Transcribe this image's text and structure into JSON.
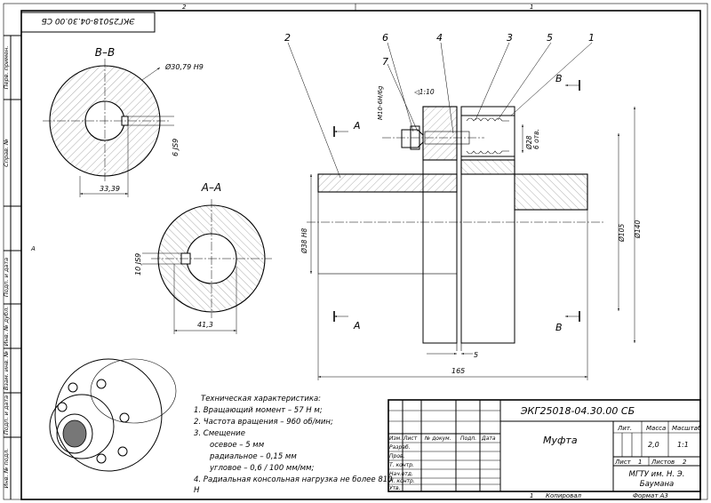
{
  "top_stamp": "ЭКГ25018-04.30.00 СБ",
  "zone_marks": {
    "top_left": "2",
    "top_right": "1",
    "bottom": "1",
    "side": "A"
  },
  "side_columns": [
    "Перв. примен.",
    "Справ. №",
    "Подп. и дата",
    "Инв. № дубл.",
    "Взам. инв. №",
    "Подп. и дата",
    "Инв. № подл."
  ],
  "section_bb": {
    "title": "B–B",
    "bore": "Ø30,79 H9",
    "key": "6 JS9",
    "depth": "33,39"
  },
  "section_aa": {
    "title": "A–A",
    "key": "10 JS9",
    "depth": "41,3"
  },
  "positions": [
    "2",
    "6",
    "7",
    "4",
    "3",
    "5",
    "1"
  ],
  "main_view": {
    "thread": "M10-6H/6g",
    "taper": "◁1:10",
    "cut_a": "A",
    "cut_b": "B",
    "dims": {
      "bore": "Ø38 H8",
      "pin": "Ø28",
      "holes": "6 отв.",
      "d105": "Ø105",
      "d140": "Ø140",
      "gap": "5",
      "length": "165"
    }
  },
  "specs": {
    "title": "Техническая характеристика:",
    "lines": [
      "1. Вращающий момент – 57 Н м;",
      "2. Частота вращения – 960 об/мин;",
      "3. Смещение",
      "осевое – 5 мм",
      "радиальное – 0,15 мм",
      "угловое – 0,6 / 100 мм/мм;",
      "4. Радиальная консольная нагрузка не более 810",
      "Н"
    ]
  },
  "title_block": {
    "doc_number": "ЭКГ25018-04.30.00 СБ",
    "name": "Муфта",
    "headers": {
      "lit": "Лит.",
      "mass": "Масса",
      "scale": "Масштаб"
    },
    "mass": "2,0",
    "scale": "1:1",
    "sheet_label": "Лист",
    "sheet": "1",
    "sheets_label": "Листов",
    "sheets": "2",
    "org_line1": "МГТУ им. Н. Э.",
    "org_line2": "Баумана",
    "cols": [
      "Изм.",
      "Лист",
      "№ докум.",
      "Подп.",
      "Дата"
    ],
    "roles": [
      "Разраб.",
      "Пров.",
      "Т. контр.",
      "Нач.отд.",
      "Н. контр.",
      "Утв."
    ],
    "copied": "Копировал",
    "format": "Формат А3"
  }
}
